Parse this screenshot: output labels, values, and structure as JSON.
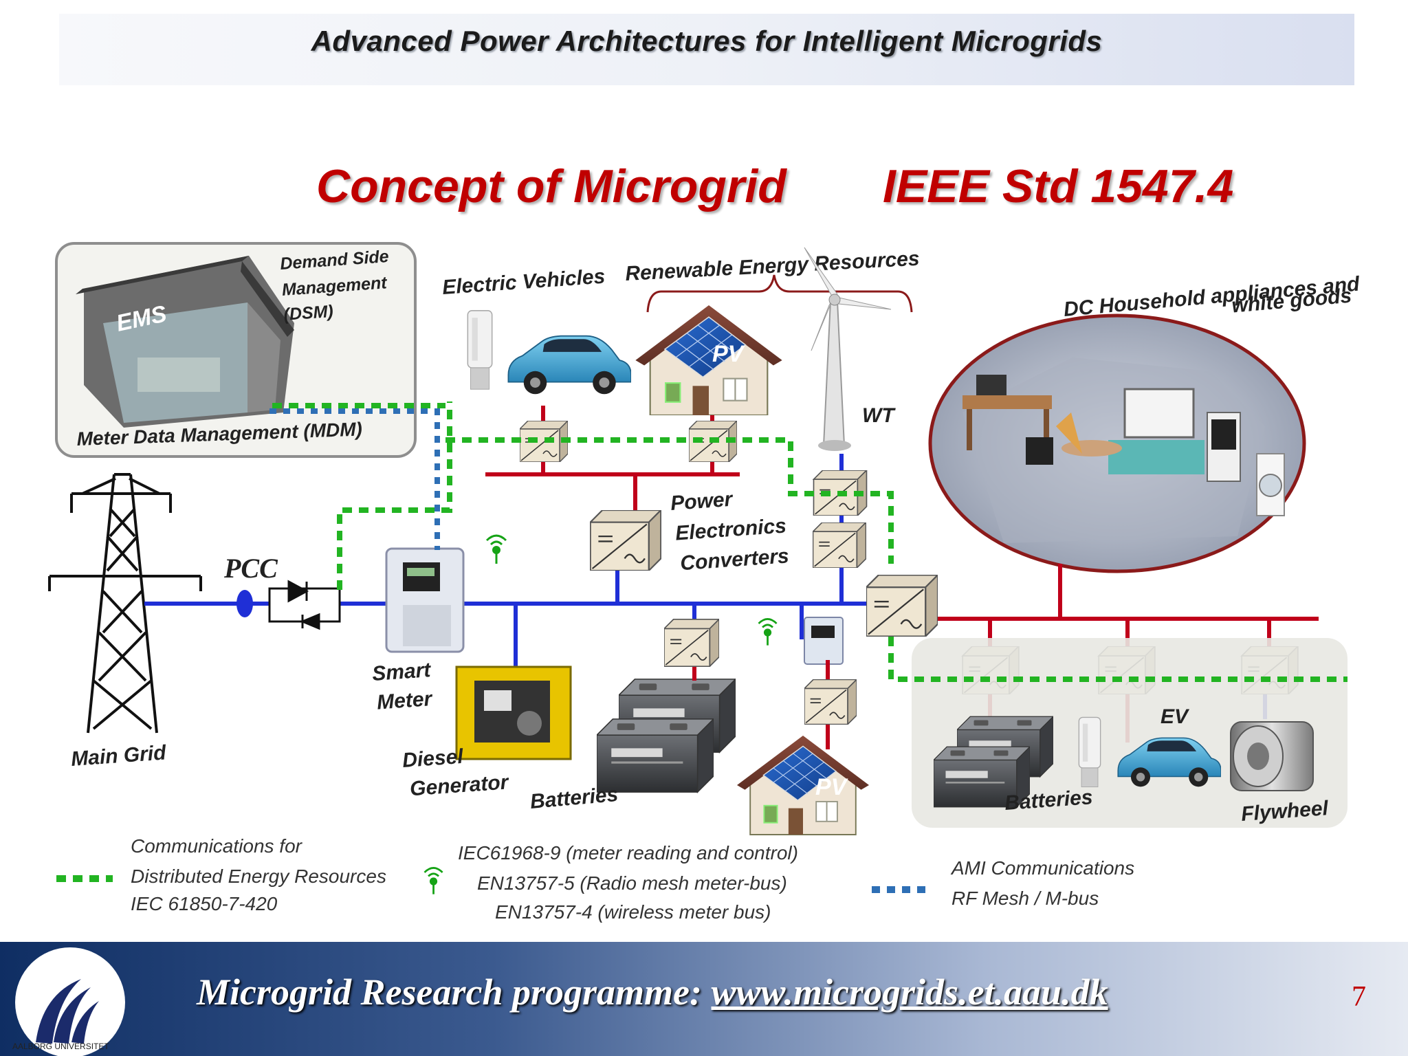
{
  "header": {
    "title": "Advanced Power Architectures for Intelligent Microgrids"
  },
  "slide": {
    "title": "Concept of Microgrid",
    "standard": "IEEE Std 1547.4"
  },
  "diagram": {
    "ems": "EMS",
    "dsm": [
      "Demand Side",
      "Management",
      "(DSM)"
    ],
    "mdm": "Meter Data Management (MDM)",
    "electric_vehicles": "Electric Vehicles",
    "renewables": "Renewable Energy Resources",
    "pv": "PV",
    "wt": "WT",
    "dc_household": [
      "DC Household appliances and",
      "white goods"
    ],
    "pcc": "PCC",
    "main_grid": "Main Grid",
    "smart_meter": [
      "Smart",
      "Meter"
    ],
    "diesel": [
      "Diesel",
      "Generator"
    ],
    "batteries": "Batteries",
    "power_electronics": [
      "Power",
      "Electronics",
      "Converters"
    ],
    "ev": "EV",
    "flywheel": "Flywheel"
  },
  "legend": {
    "der_comm": [
      "Communications for",
      "Distributed Energy Resources",
      "IEC 61850-7-420"
    ],
    "meter_comm": [
      "IEC61968-9 (meter reading and control)",
      "EN13757-5 (Radio mesh meter-bus)",
      "EN13757-4 (wireless meter bus)"
    ],
    "ami_comm": [
      "AMI Communications",
      "RF Mesh / M-bus"
    ]
  },
  "footer": {
    "text": "Microgrid Research programme: ",
    "url": "www.microgrids.et.aau.dk",
    "page": "7",
    "logo_text": "AALBORG UNIVERSITET"
  },
  "colors": {
    "ac_bus": "#1f2fd6",
    "dc_bus": "#c0001a",
    "der_comm": "#22b422",
    "ami_comm": "#2e6fb5",
    "title_red": "#c00000"
  }
}
